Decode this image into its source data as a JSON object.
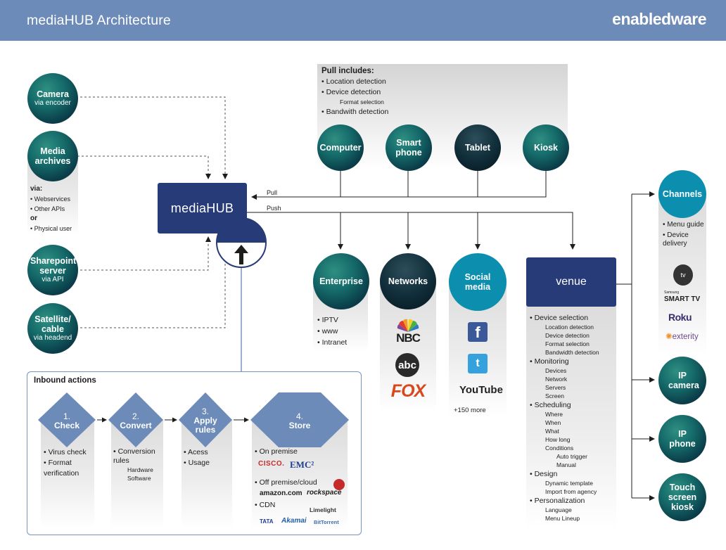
{
  "header": {
    "title": "mediaHUB Architecture",
    "brand": "enabledware"
  },
  "sources": [
    {
      "title": "Camera",
      "subtitle": "via encoder"
    },
    {
      "title": "Media archives",
      "subtitle": ""
    },
    {
      "title": "Sharepoint server",
      "subtitle": "via API"
    },
    {
      "title": "Satellite/ cable",
      "subtitle": "via headend"
    }
  ],
  "archives_notes": {
    "via_label": "via:",
    "via_items": [
      "Webservices",
      "Other APIs"
    ],
    "or_label": "or",
    "or_items": [
      "Physical user"
    ]
  },
  "pull_includes": {
    "title": "Pull includes:",
    "items": [
      {
        "text": "Location detection",
        "level": 0
      },
      {
        "text": "Device detection",
        "level": 0
      },
      {
        "text": "Format selection",
        "level": 1
      },
      {
        "text": "Bandwith detection",
        "level": 0
      }
    ]
  },
  "devices": [
    "Computer",
    "Smart phone",
    "Tablet",
    "Kiosk"
  ],
  "hub": {
    "label": "mediaHUB",
    "pull_label": "Pull",
    "push_label": "Push"
  },
  "destinations": [
    {
      "title": "Enterprise",
      "items": [
        "IPTV",
        "www",
        "Intranet"
      ]
    },
    {
      "title": "Networks",
      "logos": [
        "NBC",
        "abc",
        "FOX"
      ]
    },
    {
      "title": "Social media",
      "logos": [
        "f",
        "t",
        "YouTube"
      ],
      "more": "+150 more"
    }
  ],
  "venue": {
    "label": "venue",
    "items": [
      {
        "text": "Device selection",
        "level": 0
      },
      {
        "text": "Location detection",
        "level": 1
      },
      {
        "text": "Device detection",
        "level": 1
      },
      {
        "text": "Format selection",
        "level": 1
      },
      {
        "text": "Bandwidth detection",
        "level": 1
      },
      {
        "text": "Monitoring",
        "level": 0
      },
      {
        "text": "Devices",
        "level": 1
      },
      {
        "text": "Network",
        "level": 1
      },
      {
        "text": "Servers",
        "level": 1
      },
      {
        "text": "Screen",
        "level": 1
      },
      {
        "text": "Scheduling",
        "level": 0
      },
      {
        "text": "Where",
        "level": 1
      },
      {
        "text": "When",
        "level": 1
      },
      {
        "text": "What",
        "level": 1
      },
      {
        "text": "How long",
        "level": 1
      },
      {
        "text": "Conditions",
        "level": 1
      },
      {
        "text": "Auto trigger",
        "level": 2
      },
      {
        "text": "Manual",
        "level": 2
      },
      {
        "text": "Design",
        "level": 0
      },
      {
        "text": "Dynamic template",
        "level": 1
      },
      {
        "text": "Import from agency",
        "level": 1
      },
      {
        "text": "Personalization",
        "level": 0
      },
      {
        "text": "Language",
        "level": 1
      },
      {
        "text": "Menu Lineup",
        "level": 1
      }
    ]
  },
  "outputs": {
    "channels": {
      "title": "Channels",
      "items": [
        "Menu guide",
        "Device delivery"
      ],
      "logos": [
        "tv",
        "SMART TV",
        "Roku",
        "exterity"
      ],
      "smart_tv_brand": "Samsung"
    },
    "others": [
      "IP camera",
      "IP phone",
      "Touch screen kiosk"
    ]
  },
  "inbound": {
    "title": "Inbound actions",
    "steps": [
      {
        "number": "1.",
        "label": "Check",
        "items": [
          {
            "text": "Virus check",
            "level": 0
          },
          {
            "text": "Format verification",
            "level": 0
          }
        ]
      },
      {
        "number": "2.",
        "label": "Convert",
        "items": [
          {
            "text": "Conversion rules",
            "level": 0
          },
          {
            "text": "Hardware",
            "level": 1
          },
          {
            "text": "Software",
            "level": 1
          }
        ]
      },
      {
        "number": "3.",
        "label": "Apply rules",
        "items": [
          {
            "text": "Acess",
            "level": 0
          },
          {
            "text": "Usage",
            "level": 0
          }
        ]
      },
      {
        "number": "4.",
        "label": "Store",
        "groups": [
          {
            "label": "On premise",
            "logos": [
              "CISCO.",
              "EMC²"
            ]
          },
          {
            "label": "Off premise/cloud",
            "logos": [
              "amazon.com",
              "rockspace"
            ]
          },
          {
            "label": "CDN",
            "logos": [
              "Limelight",
              "TATA",
              "Akamai",
              "BitTorrent"
            ]
          }
        ]
      }
    ]
  },
  "colors": {
    "header": "#6d8bb8",
    "navy": "#273b78",
    "teal": "#0c8fae",
    "step_diamond": "#6d8bb8"
  }
}
